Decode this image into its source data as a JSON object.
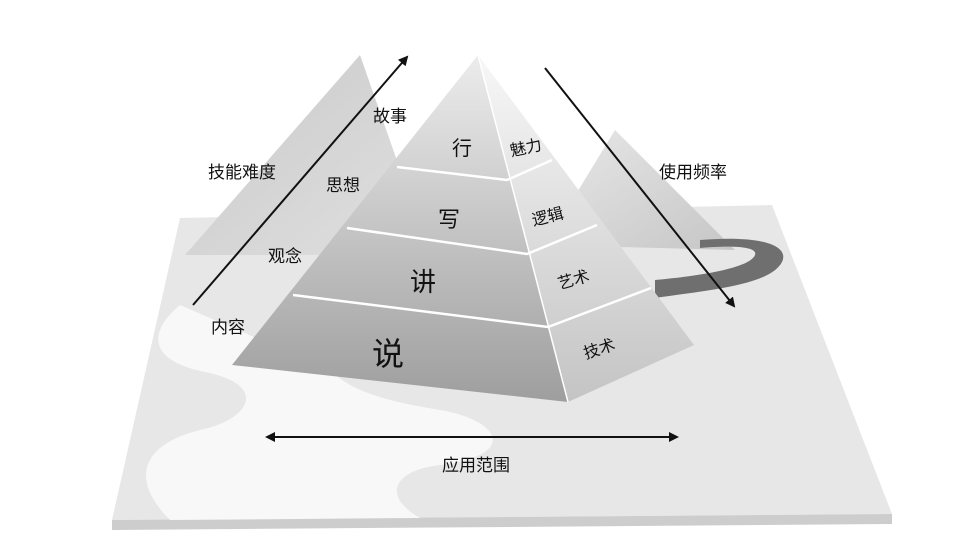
{
  "pyramid": {
    "front_levels": [
      "行",
      "写",
      "讲",
      "说"
    ],
    "side_levels": [
      "魅力",
      "逻辑",
      "艺术",
      "技术"
    ]
  },
  "left_axis": {
    "label": "技能难度",
    "levels": [
      "内容",
      "观念",
      "思想",
      "故事"
    ]
  },
  "right_axis": {
    "label": "使用频率"
  },
  "bottom_axis": {
    "label": "应用范围"
  },
  "colors": {
    "platform": "#e9e9e9",
    "platform_edge": "#d2d2d2",
    "path": "#f7f7f7",
    "mountain": "#cfcfcf",
    "dark_curve": "#6f6f6f",
    "front_top": "#ececec",
    "front_bottom": "#9e9e9e",
    "side_top": "#f5f5f5",
    "side_bottom": "#c2c2c2",
    "arrow": "#111111"
  }
}
